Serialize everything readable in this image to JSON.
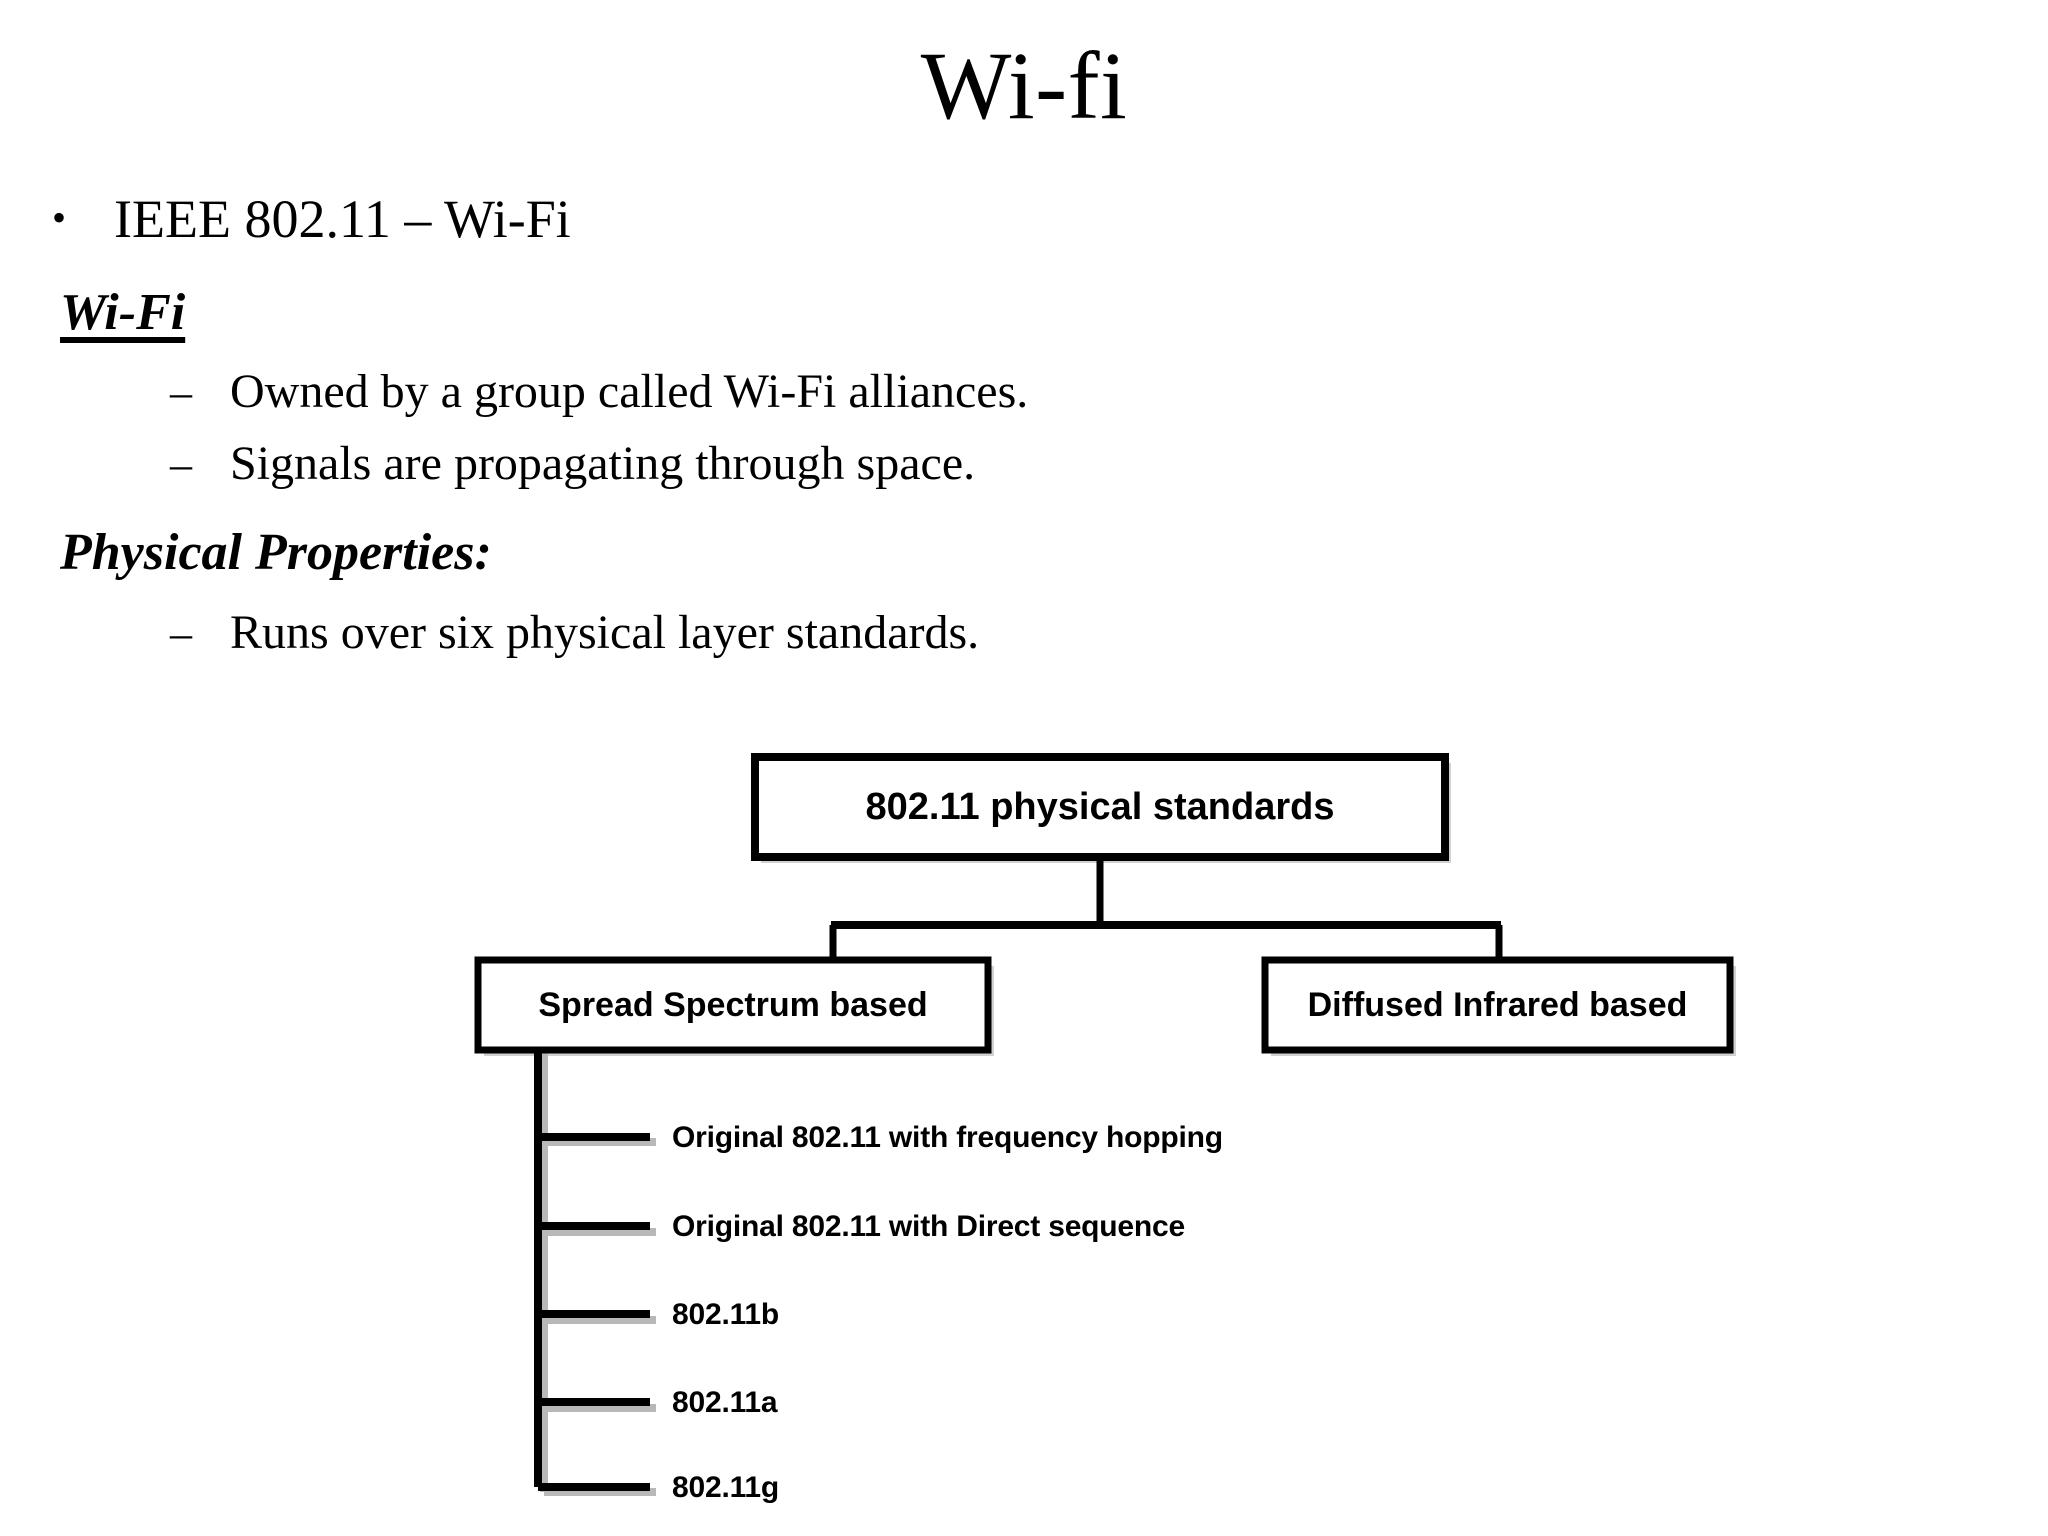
{
  "slide": {
    "title": "Wi-fi",
    "background_color": "#ffffff",
    "text_color": "#000000"
  },
  "content": {
    "bullet_mark": "•",
    "dash_mark": "–",
    "top_bullet": "IEEE 802.11 – Wi-Fi",
    "sections": [
      {
        "heading": "Wi-Fi",
        "heading_style": "bold-italic-underline",
        "items": [
          "Owned by a group called Wi-Fi alliances.",
          "Signals are propagating through space."
        ]
      },
      {
        "heading": "Physical Properties:",
        "heading_style": "bold-italic",
        "items": [
          "Runs over six physical layer standards."
        ]
      }
    ]
  },
  "diagram": {
    "type": "tree",
    "line_color": "#000000",
    "box_fill": "#ffffff",
    "root": "802.11 physical standards",
    "branches": [
      {
        "label": "Spread Spectrum based"
      },
      {
        "label": "Diffused Infrared based"
      }
    ],
    "leaves": [
      "Original 802.11 with frequency hopping",
      "Original 802.11 with Direct sequence",
      "802.11b",
      "802.11a",
      "802.11g"
    ]
  }
}
